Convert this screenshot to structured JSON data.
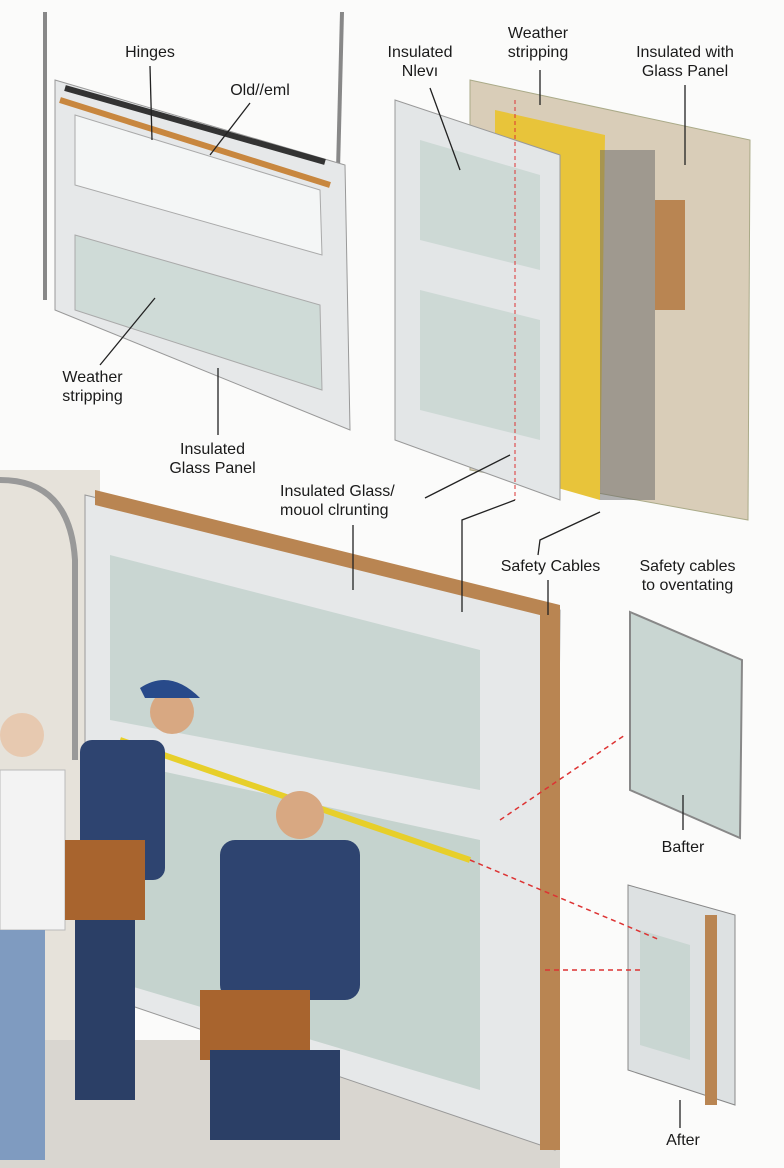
{
  "labels": {
    "hinges": "Hinges",
    "old_seal": "Old//eml",
    "weather_stripping_left": "Weather\nstripping",
    "insulated_glass_panel_left": "Insulated\nGlass Panel",
    "insulated_new": "Insulated\nNlevı",
    "weather_stripping_right": "Weather\nstripping",
    "insulated_with_glass_panel": "Insulated with\nGlass Panel",
    "insulated_glass_mounting": "Insulated Glass/\nmouol clrunting",
    "safety_cables": "Safety Cables",
    "safety_cables_to": "Safety cables\nto oventating",
    "before": "Bafter",
    "after": "After"
  },
  "colors": {
    "frame": "#d8dcdf",
    "glass": "#c9d6d2",
    "insulation": "#e8c43a",
    "wood": "#b98552",
    "shirt": "#2e4470",
    "leader_red": "#d33"
  }
}
